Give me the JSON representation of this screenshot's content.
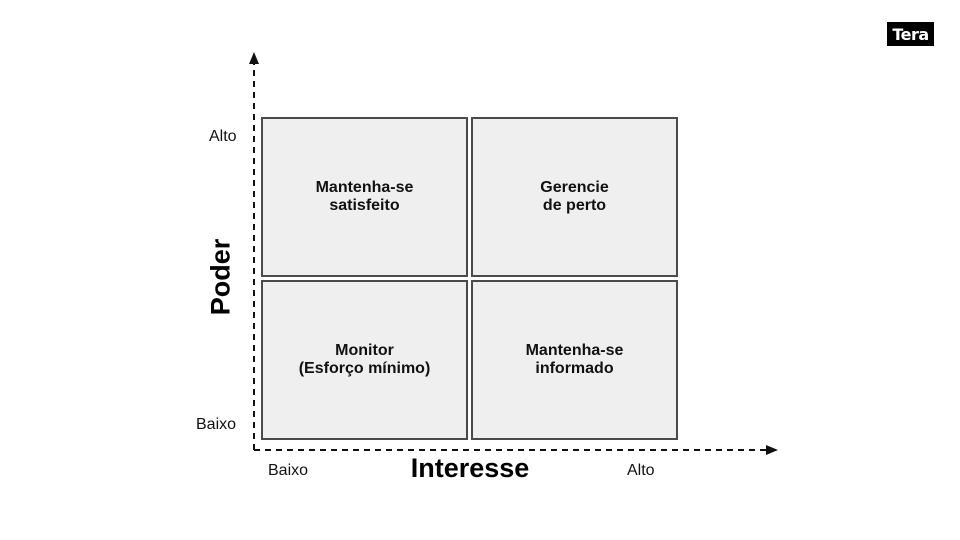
{
  "logo": "Tera",
  "axes": {
    "y_title": "Poder",
    "x_title": "Interesse",
    "y_high": "Alto",
    "y_low": "Baixo",
    "x_low": "Baixo",
    "x_high": "Alto"
  },
  "quadrants": {
    "top_left": "Mantenha-se\nsatisfeito",
    "top_right": "Gerencie\nde perto",
    "bottom_left": "Monitor\n(Esforço mínimo)",
    "bottom_right": "Mantenha-se\ninformado"
  }
}
